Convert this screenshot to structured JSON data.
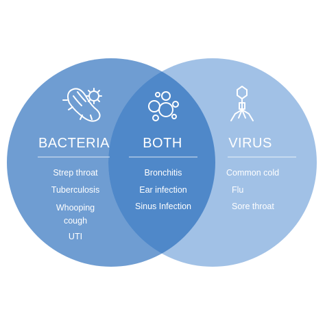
{
  "sets": {
    "left": {
      "title": "BACTERIA",
      "items": [
        "Strep throat",
        "Tuberculosis",
        "Whooping cough",
        "UTI"
      ],
      "icon": "bacteria-icon"
    },
    "center": {
      "title": "BOTH",
      "items": [
        "Bronchitis",
        "Ear infection",
        "Sinus Infection"
      ],
      "icon": "bubbles-icon"
    },
    "right": {
      "title": "VIRUS",
      "items": [
        "Common cold",
        "Flu",
        "Sore throat"
      ],
      "icon": "virus-icon"
    }
  },
  "colors": {
    "left_circle": "#6f9dd2",
    "right_circle": "#a1c1e6",
    "overlap": "#4f88c9",
    "text": "#ffffff"
  }
}
